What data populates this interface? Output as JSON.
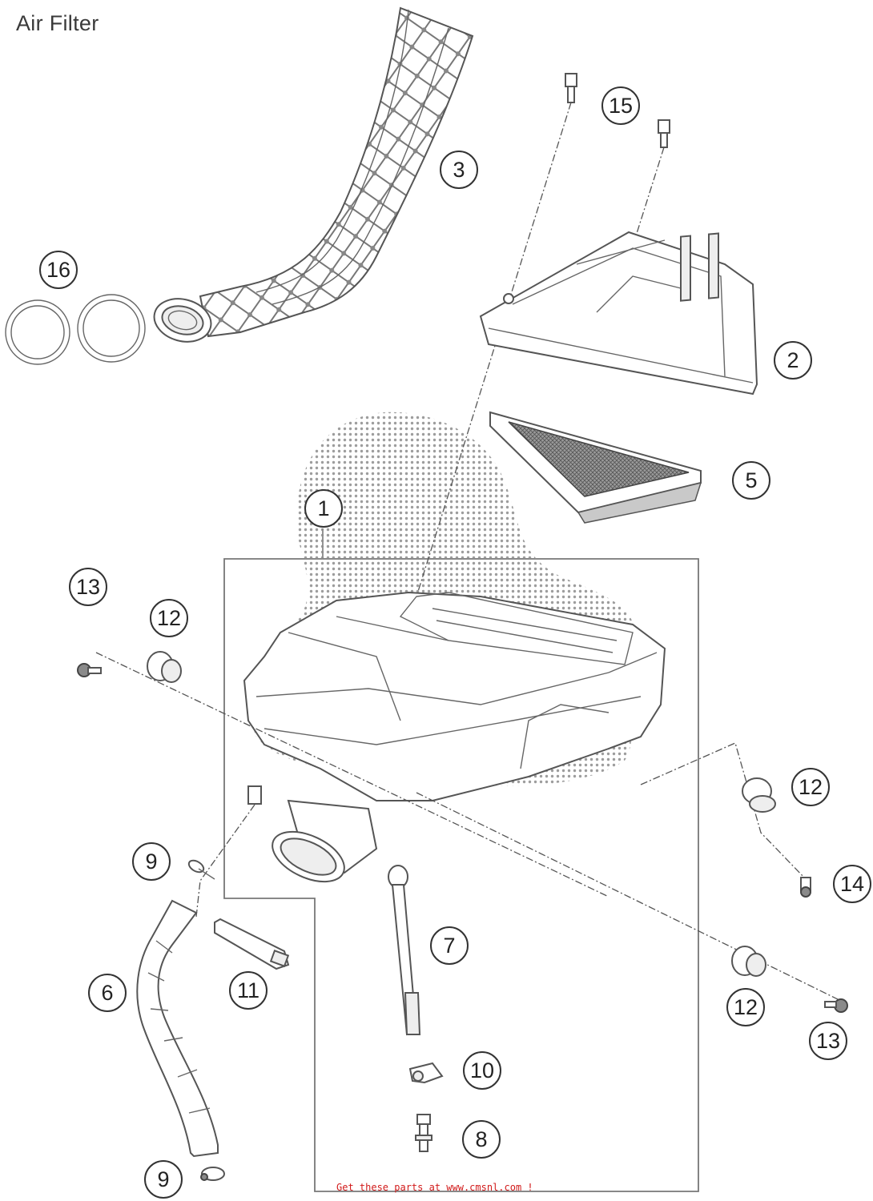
{
  "title": "Air Filter",
  "footer_text": "Get these parts at www.cmsnl.com !",
  "callouts": [
    "1",
    "2",
    "3",
    "5",
    "6",
    "7",
    "8",
    "9",
    "9",
    "10",
    "11",
    "12",
    "12",
    "12",
    "13",
    "13",
    "14",
    "15",
    "16"
  ]
}
